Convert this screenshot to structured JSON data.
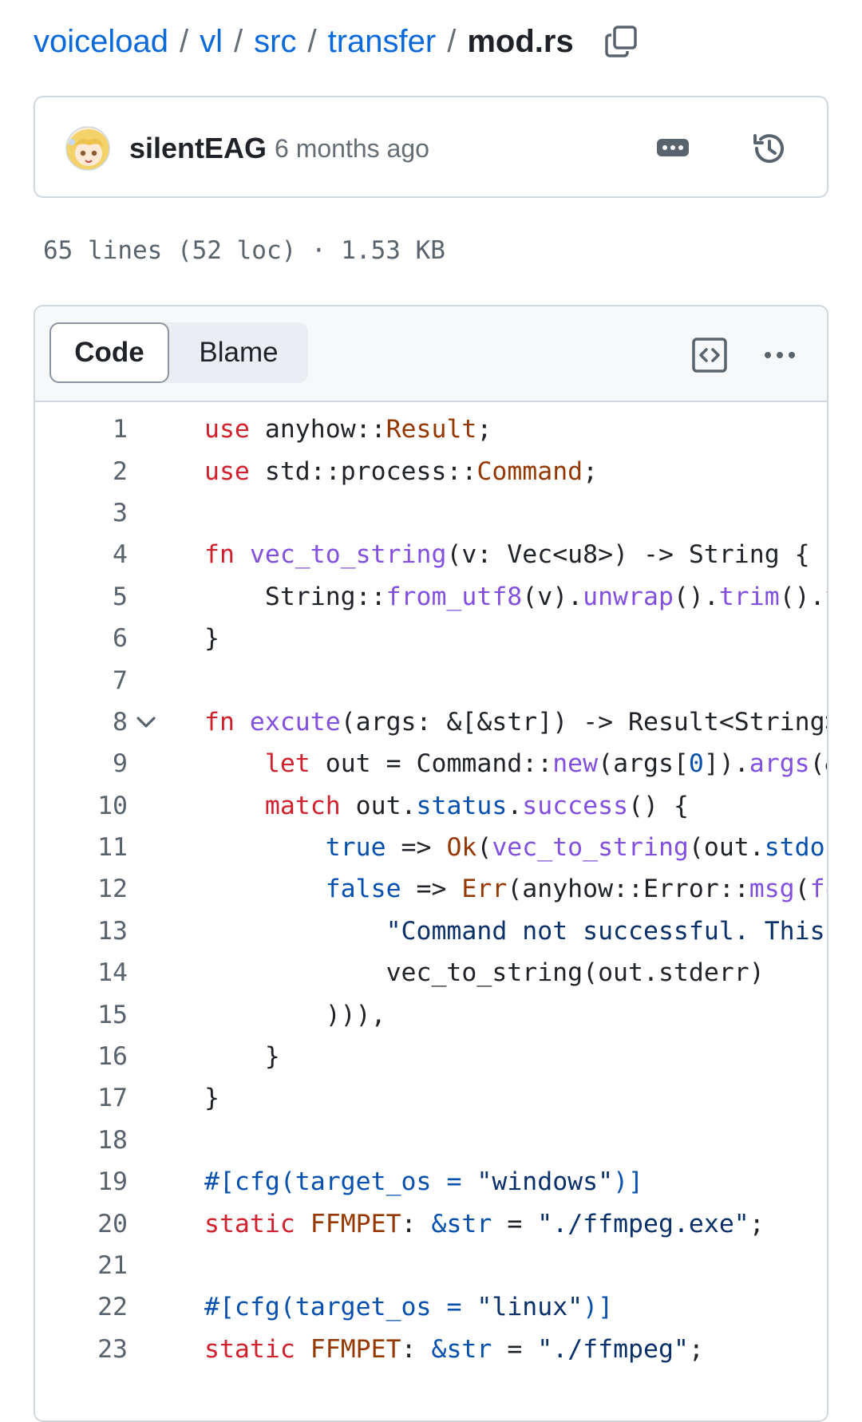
{
  "breadcrumb": {
    "repo": "voiceload",
    "path": [
      "vl",
      "src",
      "transfer"
    ],
    "separator": "/",
    "file": "mod.rs",
    "copy_icon": "copy-icon"
  },
  "commit": {
    "author": "silentEAG",
    "time": "6 months ago",
    "more_icon": "kebab-horizontal-icon",
    "history_icon": "history-icon"
  },
  "file_info": "65 lines (52 loc) · 1.53 KB",
  "viewer": {
    "tabs": [
      "Code",
      "Blame"
    ],
    "active_tab": "Code",
    "raw_icon": "code-square-icon",
    "more_icon": "more-dots-icon"
  },
  "code": {
    "lines": [
      {
        "n": "1",
        "tokens": [
          [
            "k",
            "use"
          ],
          [
            "p",
            " anyhow::"
          ],
          [
            "t",
            "Result"
          ],
          [
            "p",
            ";"
          ]
        ]
      },
      {
        "n": "2",
        "tokens": [
          [
            "k",
            "use"
          ],
          [
            "p",
            " std::process::"
          ],
          [
            "t",
            "Command"
          ],
          [
            "p",
            ";"
          ]
        ]
      },
      {
        "n": "3",
        "tokens": []
      },
      {
        "n": "4",
        "tokens": [
          [
            "k",
            "fn"
          ],
          [
            "p",
            " "
          ],
          [
            "f",
            "vec_to_string"
          ],
          [
            "p",
            "(v: Vec<u8>) -> String {"
          ]
        ]
      },
      {
        "n": "5",
        "tokens": [
          [
            "p",
            "    String::"
          ],
          [
            "f",
            "from_utf8"
          ],
          [
            "p",
            "(v)."
          ],
          [
            "f",
            "unwrap"
          ],
          [
            "p",
            "()."
          ],
          [
            "f",
            "trim"
          ],
          [
            "p",
            "()."
          ],
          [
            "f",
            "t"
          ]
        ]
      },
      {
        "n": "6",
        "tokens": [
          [
            "p",
            "}"
          ]
        ]
      },
      {
        "n": "7",
        "tokens": []
      },
      {
        "n": "8",
        "fold": true,
        "tokens": [
          [
            "k",
            "fn"
          ],
          [
            "p",
            " "
          ],
          [
            "f",
            "excute"
          ],
          [
            "p",
            "(args: &[&str]) -> Result<String>"
          ]
        ]
      },
      {
        "n": "9",
        "tokens": [
          [
            "p",
            "    "
          ],
          [
            "k",
            "let"
          ],
          [
            "p",
            " out = Command::"
          ],
          [
            "f",
            "new"
          ],
          [
            "p",
            "(args["
          ],
          [
            "b",
            "0"
          ],
          [
            "p",
            "])."
          ],
          [
            "f",
            "args"
          ],
          [
            "p",
            "(&"
          ]
        ]
      },
      {
        "n": "10",
        "tokens": [
          [
            "p",
            "    "
          ],
          [
            "k",
            "match"
          ],
          [
            "p",
            " out."
          ],
          [
            "b",
            "status"
          ],
          [
            "p",
            "."
          ],
          [
            "f",
            "success"
          ],
          [
            "p",
            "() {"
          ]
        ]
      },
      {
        "n": "11",
        "tokens": [
          [
            "p",
            "        "
          ],
          [
            "b",
            "true"
          ],
          [
            "p",
            " => "
          ],
          [
            "t",
            "Ok"
          ],
          [
            "p",
            "("
          ],
          [
            "f",
            "vec_to_string"
          ],
          [
            "p",
            "(out."
          ],
          [
            "b",
            "stdou"
          ]
        ]
      },
      {
        "n": "12",
        "tokens": [
          [
            "p",
            "        "
          ],
          [
            "b",
            "false"
          ],
          [
            "p",
            " => "
          ],
          [
            "t",
            "Err"
          ],
          [
            "p",
            "(anyhow::Error::"
          ],
          [
            "f",
            "msg"
          ],
          [
            "p",
            "("
          ],
          [
            "f",
            "fo"
          ]
        ]
      },
      {
        "n": "13",
        "tokens": [
          [
            "p",
            "            "
          ],
          [
            "s",
            "\"Command not successful. This "
          ]
        ]
      },
      {
        "n": "14",
        "tokens": [
          [
            "p",
            "            vec_to_string(out.stderr)"
          ]
        ]
      },
      {
        "n": "15",
        "tokens": [
          [
            "p",
            "        ))),"
          ]
        ]
      },
      {
        "n": "16",
        "tokens": [
          [
            "p",
            "    }"
          ]
        ]
      },
      {
        "n": "17",
        "tokens": [
          [
            "p",
            "}"
          ]
        ]
      },
      {
        "n": "18",
        "tokens": []
      },
      {
        "n": "19",
        "tokens": [
          [
            "b",
            "#[cfg(target_os"
          ],
          [
            "p",
            " "
          ],
          [
            "b",
            "="
          ],
          [
            "p",
            " "
          ],
          [
            "s",
            "\"windows\""
          ],
          [
            "b",
            ")]"
          ]
        ]
      },
      {
        "n": "20",
        "tokens": [
          [
            "k",
            "static"
          ],
          [
            "p",
            " "
          ],
          [
            "t",
            "FFMPET"
          ],
          [
            "p",
            ": "
          ],
          [
            "b",
            "&str"
          ],
          [
            "p",
            " = "
          ],
          [
            "s",
            "\"./ffmpeg.exe\""
          ],
          [
            "p",
            ";"
          ]
        ]
      },
      {
        "n": "21",
        "tokens": []
      },
      {
        "n": "22",
        "tokens": [
          [
            "b",
            "#[cfg(target_os"
          ],
          [
            "p",
            " "
          ],
          [
            "b",
            "="
          ],
          [
            "p",
            " "
          ],
          [
            "s",
            "\"linux\""
          ],
          [
            "b",
            ")]"
          ]
        ]
      },
      {
        "n": "23",
        "tokens": [
          [
            "k",
            "static"
          ],
          [
            "p",
            " "
          ],
          [
            "t",
            "FFMPET"
          ],
          [
            "p",
            ": "
          ],
          [
            "b",
            "&str"
          ],
          [
            "p",
            " = "
          ],
          [
            "s",
            "\"./ffmpeg\""
          ],
          [
            "p",
            ";"
          ]
        ]
      }
    ]
  },
  "colors": {
    "link": "#0969da",
    "keyword": "#cf222e",
    "type": "#953800",
    "function": "#8250df",
    "constant": "#0550ae",
    "string": "#0a3069"
  }
}
